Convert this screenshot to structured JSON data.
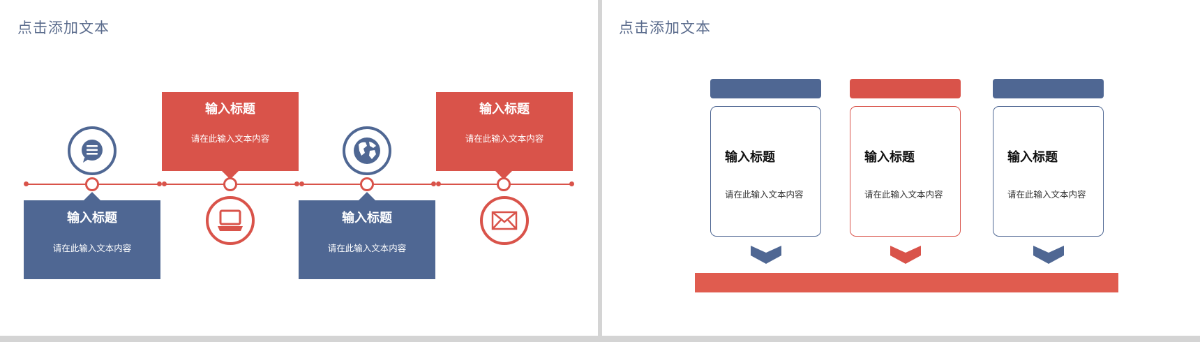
{
  "colors": {
    "red": "#d9534a",
    "blue": "#4f6793",
    "title": "#5a6b8c",
    "bottom_bar": "#e05c4f"
  },
  "left_slide": {
    "title": "点击添加文本",
    "boxes": [
      {
        "title": "输入标题",
        "text": "请在此输入文本内容",
        "color": "blue",
        "icon": "chat-icon"
      },
      {
        "title": "输入标题",
        "text": "请在此输入文本内容",
        "color": "red",
        "icon": "laptop-icon"
      },
      {
        "title": "输入标题",
        "text": "请在此输入文本内容",
        "color": "blue",
        "icon": "globe-icon"
      },
      {
        "title": "输入标题",
        "text": "请在此输入文本内容",
        "color": "red",
        "icon": "envelope-icon"
      }
    ]
  },
  "right_slide": {
    "title": "点击添加文本",
    "cards": [
      {
        "title": "输入标题",
        "text": "请在此输入文本内容",
        "color": "blue"
      },
      {
        "title": "输入标题",
        "text": "请在此输入文本内容",
        "color": "red"
      },
      {
        "title": "输入标题",
        "text": "请在此输入文本内容",
        "color": "blue"
      }
    ]
  }
}
